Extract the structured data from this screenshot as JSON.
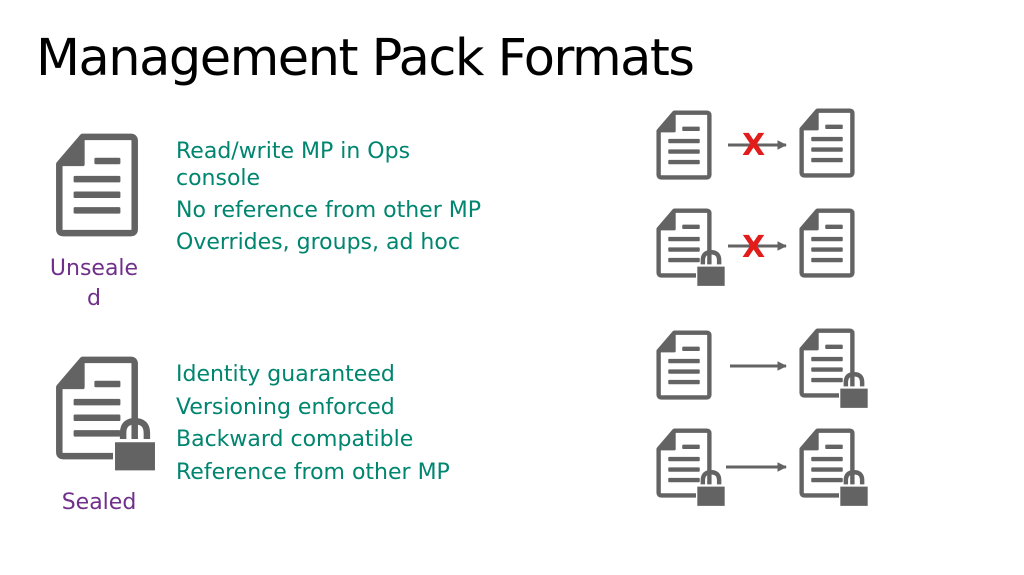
{
  "title": "Management Pack Formats",
  "colors": {
    "label": "#702f8a",
    "bullet": "#00856f",
    "icon": "#636363",
    "x_mark": "#e21b1b"
  },
  "unsealed": {
    "label_line1": "Unseale",
    "label_line2": "d",
    "bullets": [
      "Read/write MP in Ops console",
      "No reference from other MP",
      "Overrides, groups, ad hoc"
    ]
  },
  "sealed": {
    "label": "Sealed",
    "bullets": [
      "Identity guaranteed",
      "Versioning enforced",
      "Backward compatible",
      "Reference from other MP"
    ]
  },
  "reference_marks": {
    "row1": "X",
    "row2": "X"
  }
}
